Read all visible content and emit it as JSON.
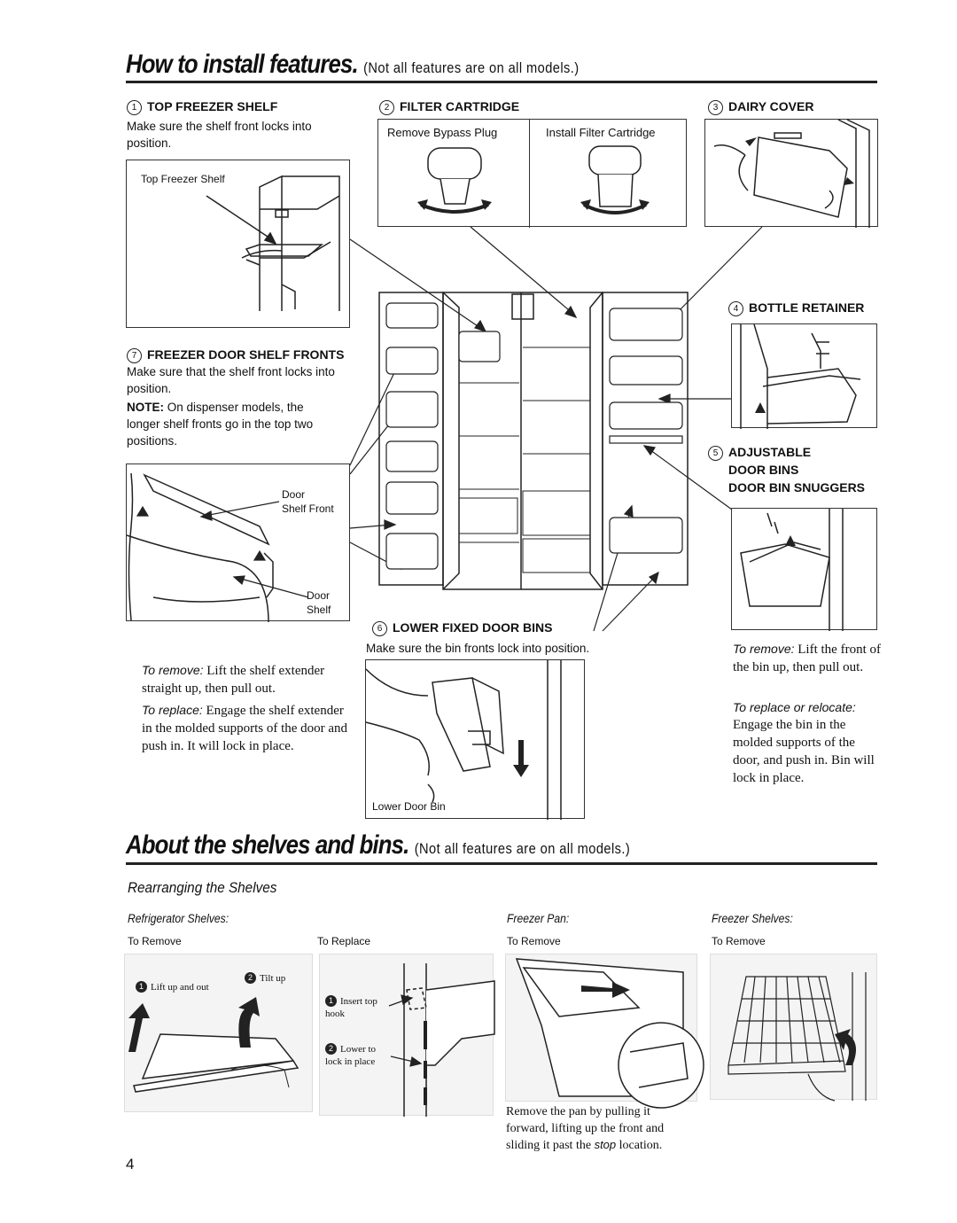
{
  "section1": {
    "title": "How to install features.",
    "subtitle": "(Not all features are on all models.)"
  },
  "top_freezer_shelf": {
    "num": "1",
    "heading": "TOP FREEZER SHELF",
    "text": "Make sure the shelf front locks into position.",
    "figure_label": "Top Freezer Shelf"
  },
  "filter_cartridge": {
    "num": "2",
    "heading": "FILTER CARTRIDGE",
    "left_label": "Remove Bypass Plug",
    "right_label": "Install Filter Cartridge"
  },
  "dairy_cover": {
    "num": "3",
    "heading": "DAIRY COVER"
  },
  "bottle_retainer": {
    "num": "4",
    "heading": "BOTTLE RETAINER"
  },
  "adjustable": {
    "num": "5",
    "heading1": "ADJUSTABLE",
    "heading2": "DOOR BINS",
    "heading3": "DOOR BIN SNUGGERS",
    "remove_label": "To remove:",
    "remove_text": "Lift the front of the bin up, then pull out.",
    "replace_label": "To replace or relocate:",
    "replace_text": "Engage the bin in the molded supports of the door, and push in. Bin will lock in place."
  },
  "lower_fixed": {
    "num": "6",
    "heading": "LOWER FIXED DOOR BINS",
    "text": "Make sure the bin fronts lock into position.",
    "figure_label": "Lower Door Bin"
  },
  "freezer_door": {
    "num": "7",
    "heading": "FREEZER DOOR SHELF FRONTS",
    "text": "Make sure that the shelf front locks into position.",
    "note_label": "NOTE:",
    "note_text": "On dispenser models, the longer shelf fronts go in the top two positions.",
    "label_door_shelf_front_1": "Door",
    "label_door_shelf_front_2": "Shelf Front",
    "label_door_shelf_1": "Door",
    "label_door_shelf_2": "Shelf",
    "remove_label": "To remove:",
    "remove_text": "Lift the shelf extender straight up, then pull out.",
    "replace_label": "To replace:",
    "replace_text": "Engage the shelf extender in the molded supports of the door and push in. It will lock in place."
  },
  "section2": {
    "title": "About the shelves and bins.",
    "subtitle": "(Not all features are on all models.)",
    "subheading": "Rearranging the Shelves"
  },
  "refrigerator_shelves": {
    "heading": "Refrigerator Shelves:",
    "to_remove": "To Remove",
    "to_replace": "To Replace",
    "step1_num": "1",
    "step1": "Lift up and out",
    "step2_num": "2",
    "step2": "Tilt up",
    "insert_num": "1",
    "insert": "Insert top hook",
    "lower_num": "2",
    "lower": "Lower to lock in place"
  },
  "freezer_pan": {
    "heading": "Freezer Pan:",
    "to_remove": "To Remove",
    "caption_a": "Remove the pan by pulling it forward, lifting up the front and sliding it past the",
    "caption_stop": "stop",
    "caption_b": "location."
  },
  "freezer_shelves": {
    "heading": "Freezer Shelves:",
    "to_remove": "To Remove"
  },
  "page_number": "4"
}
